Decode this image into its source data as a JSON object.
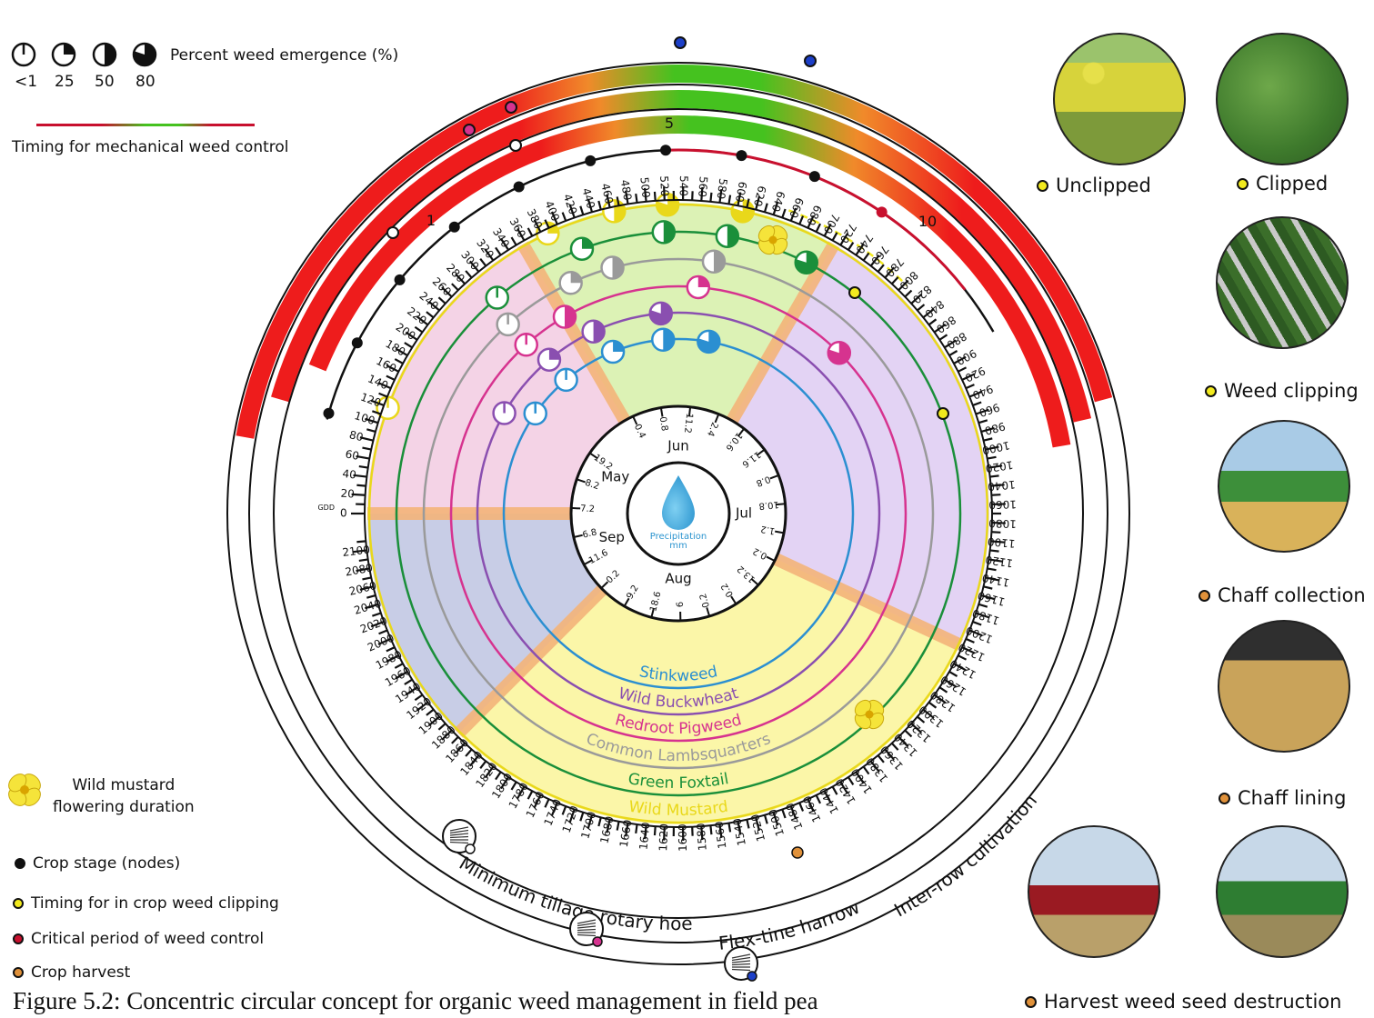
{
  "legend": {
    "emergence_title": "Percent weed emergence (%)",
    "emergence_levels": [
      {
        "label": "<1",
        "fraction": 0.01
      },
      {
        "label": "25",
        "fraction": 0.25
      },
      {
        "label": "50",
        "fraction": 0.5
      },
      {
        "label": "80",
        "fraction": 0.8
      }
    ],
    "mechanical_timing": "Timing for mechanical weed control",
    "wild_mustard_flowering": [
      "Wild mustard",
      "flowering duration"
    ],
    "crop_stage": "Crop stage (nodes)",
    "in_crop_clipping": "Timing for in crop weed clipping",
    "critical_period": "Critical period of weed control",
    "crop_harvest": "Crop harvest"
  },
  "colors": {
    "crop_stage": "#111111",
    "clipping": "#f2ea1e",
    "critical": "#c8102e",
    "harvest": "#e0913a",
    "good_timing": "#3fbf1f",
    "bad_timing": "#ee1c1c",
    "sector_may": "#f4d3e6",
    "sector_jun": "#dcf2b5",
    "sector_jul": "#e3d3f4",
    "sector_aug": "#fbf6a8",
    "sector_sep": "#c8cde6",
    "sector_divider": "#f4b47a",
    "precip_drop": "#3fa9dc"
  },
  "center": {
    "label": "Precipitation",
    "unit": "mm",
    "months": [
      "Jun",
      "Jul",
      "Aug",
      "Sep",
      "May"
    ],
    "precip_values": [
      "0.4",
      "0.8",
      "11.2",
      "2.4",
      "10.6",
      "11.6",
      "0.8",
      "10.8",
      "1.2",
      "0.2",
      "13.2",
      "0.2",
      "0.2",
      "6",
      "18.6",
      "9.2",
      "0.2",
      "11.6",
      "6.8",
      "7.2",
      "8.2",
      "19.2"
    ]
  },
  "gdd": {
    "label": "GDD",
    "ticks": [
      "0",
      "20",
      "40",
      "60",
      "80",
      "100",
      "120",
      "140",
      "160",
      "180",
      "200",
      "220",
      "240",
      "260",
      "280",
      "300",
      "320",
      "340",
      "360",
      "380",
      "400",
      "420",
      "440",
      "460",
      "480",
      "500",
      "520",
      "540",
      "560",
      "580",
      "600",
      "620",
      "640",
      "660",
      "680",
      "700",
      "720",
      "740",
      "760",
      "780",
      "800",
      "820",
      "840",
      "860",
      "880",
      "900",
      "920",
      "940",
      "960",
      "980",
      "1000",
      "1020",
      "1040",
      "1060",
      "1080",
      "1100",
      "1120",
      "1140",
      "1160",
      "1180",
      "1200",
      "1220",
      "1240",
      "1260",
      "1280",
      "1300",
      "1320",
      "1340",
      "1360",
      "1380",
      "1400",
      "1420",
      "1440",
      "1460",
      "1480",
      "1500",
      "1520",
      "1540",
      "1560",
      "1580",
      "1600",
      "1620",
      "1640",
      "1660",
      "1680",
      "1700",
      "1720",
      "1740",
      "1760",
      "1780",
      "1800",
      "1820",
      "1840",
      "1860",
      "1880",
      "1900",
      "1920",
      "1940",
      "1960",
      "1980",
      "2000",
      "2020",
      "2040",
      "2060",
      "2080",
      "2100"
    ]
  },
  "crop_nodes": {
    "first": "1",
    "mid": "5",
    "last": "10"
  },
  "weeds": [
    {
      "name": "Stinkweed",
      "color": "#2b8fd1"
    },
    {
      "name": "Wild Buckwheat",
      "color": "#8a4fb0"
    },
    {
      "name": "Redroot Pigweed",
      "color": "#d6338f"
    },
    {
      "name": "Common Lambsquarters",
      "color": "#9a9a9a"
    },
    {
      "name": "Green Foxtail",
      "color": "#1a8f3a"
    },
    {
      "name": "Wild Mustard",
      "color": "#e9d81a"
    }
  ],
  "tools": [
    {
      "name": "Minimum tillage rotary hoe",
      "icon": "rotary-hoe-icon",
      "dot_color": "#ffffff"
    },
    {
      "name": "Flex-tine harrow",
      "icon": "harrow-icon",
      "dot_color": "#d6338f"
    },
    {
      "name": "Inter-row cultivation",
      "icon": "cultivator-icon",
      "dot_color": "#1c3fc8"
    }
  ],
  "photos": [
    {
      "label": "Unclipped",
      "dot": "#f2ea1e",
      "icon": "canola-field-photo"
    },
    {
      "label": "Clipped",
      "dot": "#f2ea1e",
      "icon": "clipped-crop-photo"
    },
    {
      "label": "Weed clipping",
      "dot": "#f2ea1e",
      "icon": "clipper-blades-photo"
    },
    {
      "label": "Chaff collection",
      "dot": "#e0913a",
      "icon": "combine-chaff-photo"
    },
    {
      "label": "Chaff lining",
      "dot": "#e0913a",
      "icon": "chaff-line-photo"
    },
    {
      "label": "Harvest weed seed destruction",
      "dot": "#e0913a",
      "icons": [
        "red-combine-photo",
        "green-combine-photo"
      ]
    }
  ],
  "caption": "Figure 5.2: Concentric circular concept for organic weed management in field pea"
}
